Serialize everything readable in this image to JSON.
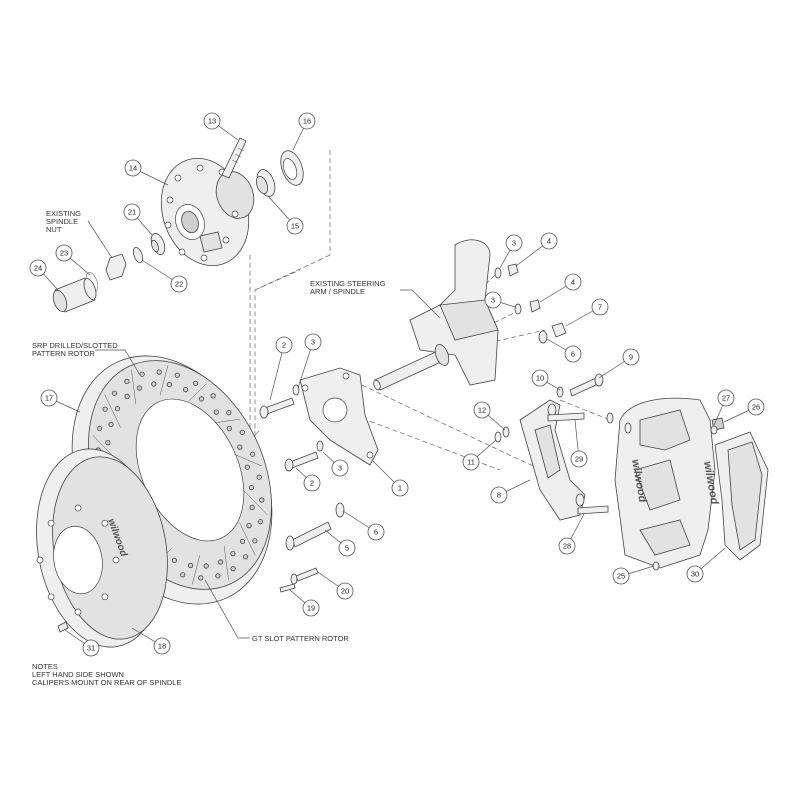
{
  "notes": {
    "heading": "NOTES",
    "line1": "LEFT HAND SIDE SHOWN",
    "line2": "CALIPERS MOUNT ON REAR OF SPINDLE"
  },
  "labels": {
    "spindle_nut_1": "EXISTING",
    "spindle_nut_2": "SPINDLE",
    "spindle_nut_3": "NUT",
    "steering_1": "EXISTING STEERING",
    "steering_2": "ARM / SPINDLE",
    "srp_1": "SRP DRILLED/SLOTTED",
    "srp_2": "PATTERN ROTOR",
    "gt_slot": "GT SLOT PATTERN ROTOR"
  },
  "brand": {
    "logo": "wilwood"
  },
  "callouts": [
    {
      "n": "1"
    },
    {
      "n": "2"
    },
    {
      "n": "2"
    },
    {
      "n": "3"
    },
    {
      "n": "3"
    },
    {
      "n": "3"
    },
    {
      "n": "3"
    },
    {
      "n": "4"
    },
    {
      "n": "4"
    },
    {
      "n": "5"
    },
    {
      "n": "6"
    },
    {
      "n": "6"
    },
    {
      "n": "7"
    },
    {
      "n": "8"
    },
    {
      "n": "9"
    },
    {
      "n": "10"
    },
    {
      "n": "11"
    },
    {
      "n": "12"
    },
    {
      "n": "13"
    },
    {
      "n": "14"
    },
    {
      "n": "15"
    },
    {
      "n": "16"
    },
    {
      "n": "17"
    },
    {
      "n": "18"
    },
    {
      "n": "19"
    },
    {
      "n": "20"
    },
    {
      "n": "21"
    },
    {
      "n": "22"
    },
    {
      "n": "23"
    },
    {
      "n": "24"
    },
    {
      "n": "25"
    },
    {
      "n": "26"
    },
    {
      "n": "27"
    },
    {
      "n": "28"
    },
    {
      "n": "29"
    },
    {
      "n": "30"
    },
    {
      "n": "31"
    }
  ]
}
